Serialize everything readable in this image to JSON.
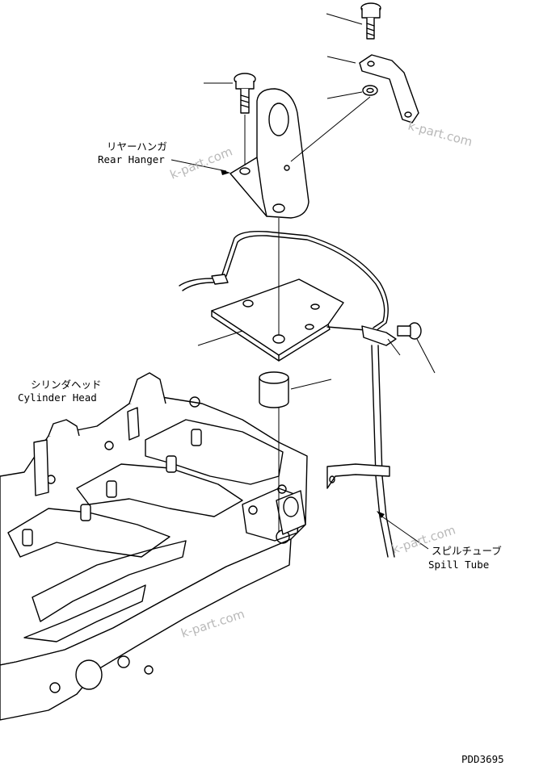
{
  "labels": {
    "rear_hanger_jp": "リヤーハンガ",
    "rear_hanger_en": "Rear Hanger",
    "cylinder_head_jp": "シリンダヘッド",
    "cylinder_head_en": "Cylinder Head",
    "spill_tube_jp": "スピルチューブ",
    "spill_tube_en": "Spill Tube",
    "drawing_code": "PDD3695"
  },
  "watermarks": {
    "wm1": "k-part.com",
    "wm2": "k-part.com",
    "wm3": "k-part.com",
    "wm4": "k-part.com"
  },
  "colors": {
    "line": "#000000",
    "watermark": "#b9b9b9",
    "background": "#ffffff"
  }
}
